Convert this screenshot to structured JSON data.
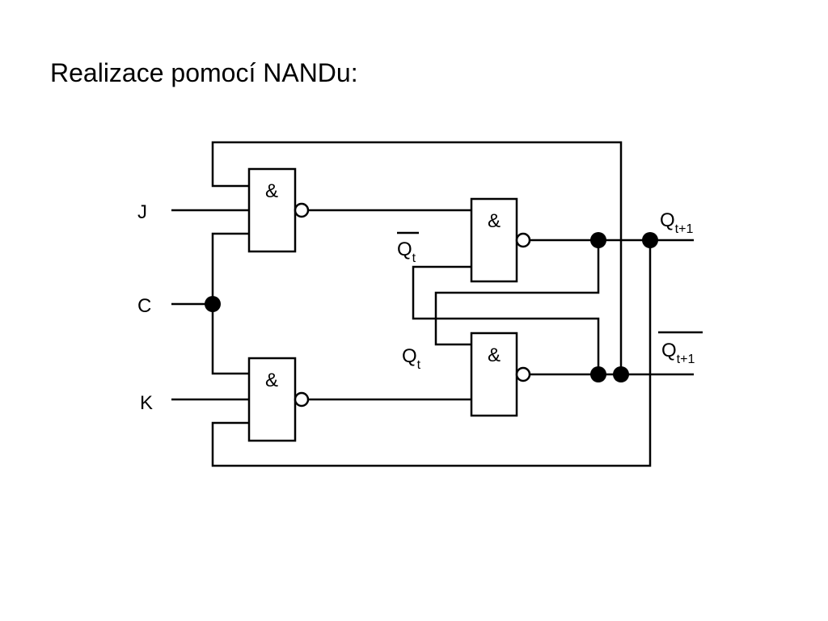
{
  "slide": {
    "title": "Realizace pomocí NANDu:"
  },
  "circuit": {
    "inputs": {
      "j": "J",
      "c": "C",
      "k": "K"
    },
    "gates": {
      "symbol": "&"
    },
    "feedback_labels": {
      "q_not": {
        "base": "Q",
        "sub": "t"
      },
      "q": {
        "base": "Q",
        "sub": "t"
      }
    },
    "outputs": {
      "q_next": {
        "base": "Q",
        "sub": "t+1"
      },
      "q_next_not": {
        "base": "Q",
        "sub": "t+1"
      }
    }
  }
}
